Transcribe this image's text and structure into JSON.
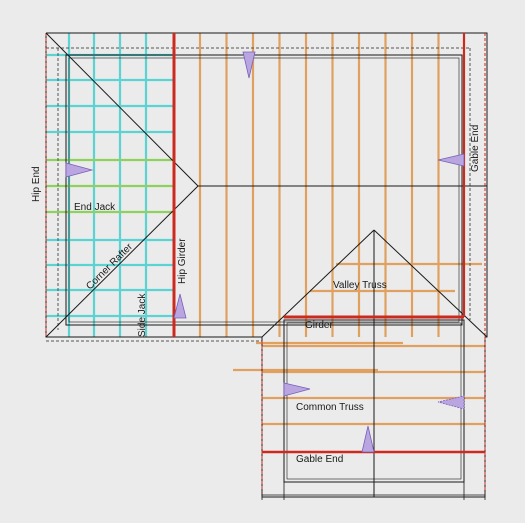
{
  "labels": {
    "hip_end": "Hip End",
    "end_jack": "End Jack",
    "corner_rafter": "Corner Rafter",
    "side_jack": "Side Jack",
    "hip_girder": "Hip Girder",
    "valley_truss": "Valley Truss",
    "girder": "Girder",
    "gable_end_right": "Gable End",
    "common_truss": "Common Truss",
    "gable_end_bottom": "Gable End"
  },
  "colors": {
    "background": "#ebebeb",
    "orange_member": "#e0a060",
    "red_member": "#cc2a1f",
    "teal_member": "#5bd3d3",
    "green_member": "#8ed15e",
    "outline": "#1a1a1a",
    "dashed_outline": "#555555",
    "arrow_fill": "#b9a6e0",
    "arrow_stroke": "#7a5fb8"
  },
  "arrows": {
    "top": "arrow-down",
    "left": "arrow-right",
    "right": "arrow-left",
    "hip_girder": "arrow-up",
    "common_truss_left": "arrow-right",
    "common_truss_right": "arrow-left",
    "gable_end_bottom": "arrow-up"
  }
}
